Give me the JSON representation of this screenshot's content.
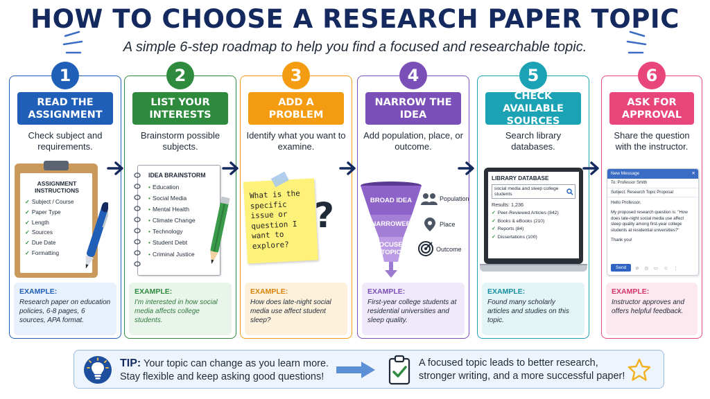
{
  "title": "HOW TO CHOOSE A RESEARCH PAPER TOPIC",
  "subtitle": "A simple 6-step roadmap to help you find a focused and researchable topic.",
  "colors": {
    "title": "#14295e",
    "step1": "#1f5fb8",
    "step2": "#2e8b3d",
    "step3": "#f39c12",
    "step4": "#7b4fb8",
    "step5": "#1ba3b5",
    "step6": "#e8457a"
  },
  "steps": [
    {
      "number": "1",
      "heading": "READ THE ASSIGNMENT",
      "description": "Check subject and requirements.",
      "example_label": "EXAMPLE:",
      "example_text": "Research paper on education policies, 6-8 pages, 6 sources, APA format.",
      "illustration": {
        "heading": "ASSIGNMENT INSTRUCTIONS",
        "items": [
          "Subject / Course",
          "Paper Type",
          "Length",
          "Sources",
          "Due Date",
          "Formatting"
        ]
      }
    },
    {
      "number": "2",
      "heading": "LIST YOUR INTERESTS",
      "description": "Brainstorm possible subjects.",
      "example_label": "EXAMPLE:",
      "example_text": "I'm interested in how social media affects college students.",
      "illustration": {
        "heading": "IDEA BRAINSTORM",
        "items": [
          "Education",
          "Social Media",
          "Mental Health",
          "Climate Change",
          "Technology",
          "Student Debt",
          "Criminal Justice"
        ]
      }
    },
    {
      "number": "3",
      "heading": "ADD A PROBLEM",
      "description": "Identify what you want to examine.",
      "example_label": "EXAMPLE:",
      "example_text": "How does late-night social media use affect student sleep?",
      "illustration": {
        "note": "What is the specific issue or question I want to explore?",
        "mark": "?"
      }
    },
    {
      "number": "4",
      "heading": "NARROW THE IDEA",
      "description": "Add population, place, or outcome.",
      "example_label": "EXAMPLE:",
      "example_text": "First-year college students at residential universities and sleep quality.",
      "illustration": {
        "levels": [
          "BROAD IDEA",
          "NARROWER",
          "FOCUSED TOPIC"
        ],
        "labels": [
          "Population",
          "Place",
          "Outcome"
        ]
      }
    },
    {
      "number": "5",
      "heading": "CHECK AVAILABLE SOURCES",
      "description": "Search library databases.",
      "example_label": "EXAMPLE:",
      "example_text": "Found many scholarly articles and studies on this topic.",
      "illustration": {
        "heading": "LIBRARY DATABASE",
        "search_query": "social media and sleep college students",
        "results_count": "Results: 1,236",
        "results": [
          "Peer-Reviewed Articles (842)",
          "Books & eBooks (210)",
          "Reports (84)",
          "Dissertations (100)"
        ]
      }
    },
    {
      "number": "6",
      "heading": "ASK FOR APPROVAL",
      "description": "Share the question with the instructor.",
      "example_label": "EXAMPLE:",
      "example_text": "Instructor approves and offers helpful feedback.",
      "illustration": {
        "window_title": "New Message",
        "close": "✕",
        "to": "To: Professor Smith",
        "subject": "Subject: Research Topic Proposal",
        "greeting": "Hello Professor,",
        "body": "My proposed research question is: \"How does late-night social media use affect sleep quality among first-year college students at residential universities?\"",
        "closing": "Thank you!",
        "send_label": "Send",
        "toolbar_glyphs": "⊘ ◎ ▭ ☺ ⋮"
      }
    }
  ],
  "tip": {
    "label": "TIP:",
    "text_line1": "Your topic can change as you learn more.",
    "text_line2": "Stay flexible and keep asking good questions!",
    "right_line1": "A focused topic leads to better research,",
    "right_line2": "stronger writing, and a more successful paper!"
  },
  "icons": [
    "lightbulb-icon",
    "arrow-right-icon",
    "checklist-icon",
    "star-icon",
    "person-group-icon",
    "location-pin-icon",
    "target-icon",
    "search-icon"
  ]
}
